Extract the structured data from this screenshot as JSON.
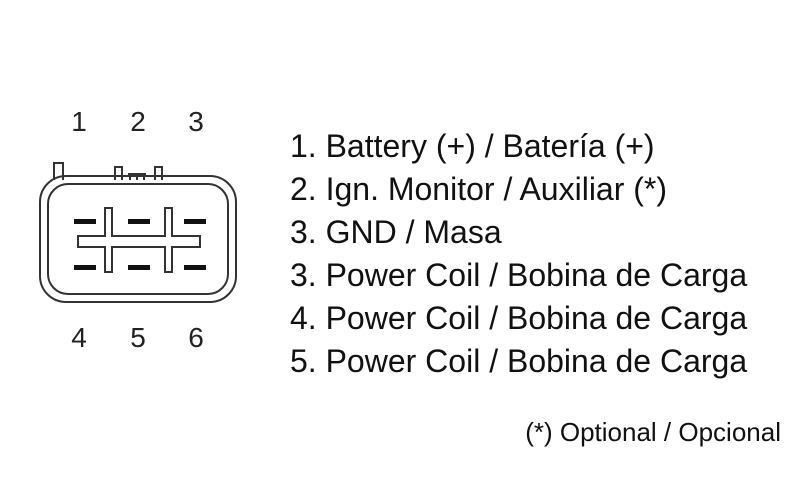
{
  "connector": {
    "top_pin_labels": [
      "1",
      "2",
      "3"
    ],
    "bottom_pin_labels": [
      "4",
      "5",
      "6"
    ]
  },
  "legend": {
    "items": [
      "1. Battery (+) / Batería (+)",
      "2. Ign. Monitor / Auxiliar (*)",
      "3. GND / Masa",
      "3. Power Coil / Bobina de Carga",
      "4. Power Coil / Bobina de Carga",
      "5. Power Coil / Bobina de Carga"
    ]
  },
  "footnote": "(*) Optional / Opcional",
  "colors": {
    "line": "#333333",
    "text": "#111111",
    "background": "#ffffff"
  }
}
